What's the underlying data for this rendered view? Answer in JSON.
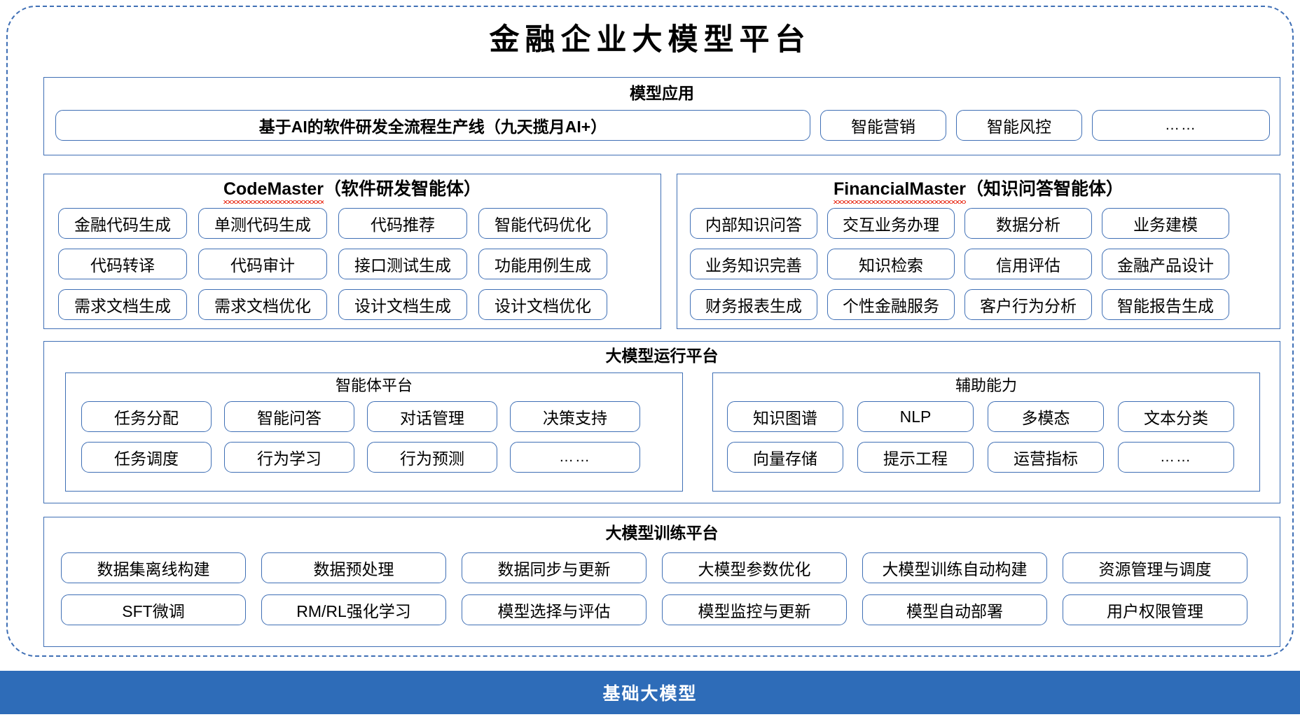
{
  "title": "金融企业大模型平台",
  "model_application": {
    "title": "模型应用",
    "main_item": "基于AI的软件研发全流程生产线（九天揽月AI+）",
    "items": [
      "智能营销",
      "智能风控",
      "……"
    ]
  },
  "agents": [
    {
      "name_en": "CodeMaster",
      "name_cn": "（软件研发智能体）",
      "spellcheck_underline": true,
      "rows": [
        [
          "金融代码生成",
          "单测代码生成",
          "代码推荐",
          "智能代码优化"
        ],
        [
          "代码转译",
          "代码审计",
          "接口测试生成",
          "功能用例生成"
        ],
        [
          "需求文档生成",
          "需求文档优化",
          "设计文档生成",
          "设计文档优化"
        ]
      ]
    },
    {
      "name_en": "FinancialMaster",
      "name_cn": "（知识问答智能体）",
      "spellcheck_underline": true,
      "rows": [
        [
          "内部知识问答",
          "交互业务办理",
          "数据分析",
          "业务建模"
        ],
        [
          "业务知识完善",
          "知识检索",
          "信用评估",
          "金融产品设计"
        ],
        [
          "财务报表生成",
          "个性金融服务",
          "客户行为分析",
          "智能报告生成"
        ]
      ]
    }
  ],
  "runtime_platform": {
    "title": "大模型运行平台",
    "groups": [
      {
        "title": "智能体平台",
        "rows": [
          [
            "任务分配",
            "智能问答",
            "对话管理",
            "决策支持"
          ],
          [
            "任务调度",
            "行为学习",
            "行为预测",
            "……"
          ]
        ]
      },
      {
        "title": "辅助能力",
        "rows": [
          [
            "知识图谱",
            "NLP",
            "多模态",
            "文本分类"
          ],
          [
            "向量存储",
            "提示工程",
            "运营指标",
            "……"
          ]
        ]
      }
    ]
  },
  "training_platform": {
    "title": "大模型训练平台",
    "rows": [
      [
        "数据集离线构建",
        "数据预处理",
        "数据同步与更新",
        "大模型参数优化",
        "大模型训练自动构建",
        "资源管理与调度"
      ],
      [
        "SFT微调",
        "RM/RL强化学习",
        "模型选择与评估",
        "模型监控与更新",
        "模型自动部署",
        "用户权限管理"
      ]
    ]
  },
  "base_model": {
    "label": "基础大模型"
  },
  "colors": {
    "border_blue": "#3f6fb5",
    "base_bar_blue": "#2e6cb8",
    "spellcheck_red": "#e8301c"
  }
}
